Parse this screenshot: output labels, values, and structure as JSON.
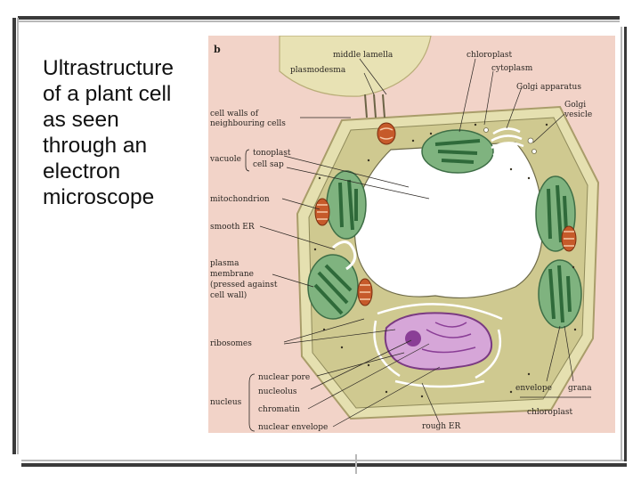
{
  "slide": {
    "caption_lines": [
      "Ultrastructure",
      "of a plant cell",
      "as seen",
      "through an",
      "electron",
      "microscope"
    ]
  },
  "figure": {
    "panel_letter": "b",
    "labels": {
      "middle_lamella": "middle lamella",
      "chloroplast_top": "chloroplast",
      "plasmodesma": "plasmodesma",
      "cytoplasm": "cytoplasm",
      "golgi_apparatus": "Golgi apparatus",
      "golgi": "Golgi",
      "vesicle": "vesicle",
      "cell_walls_1": "cell walls of",
      "cell_walls_2": "neighbouring cells",
      "tonoplast": "tonoplast",
      "vacuole": "vacuole",
      "cell_sap": "cell sap",
      "mitochondrion": "mitochondrion",
      "smooth_er": "smooth ER",
      "plasma_1": "plasma",
      "plasma_2": "membrane",
      "plasma_3": "(pressed against",
      "plasma_4": "cell wall)",
      "ribosomes": "ribosomes",
      "nuclear_pore": "nuclear pore",
      "nucleolus": "nucleolus",
      "nucleus": "nucleus",
      "chromatin": "chromatin",
      "nuclear_envelope": "nuclear envelope",
      "rough_er": "rough ER",
      "envelope": "envelope",
      "grana": "grana",
      "chloroplast_bottom": "chloroplast"
    }
  },
  "colors": {
    "figure_background": "#f2d3c8",
    "cell_wall": "#e5e0b0",
    "cytoplasm": "#cfc990",
    "vacuole": "#ffffff",
    "chloroplast": "#7fb37f",
    "chloroplast_grana": "#2f6a3a",
    "nucleus": "#d6a6d8",
    "nucleolus": "#8a3e96",
    "mitochondrion": "#c65a2a",
    "slide_bar": "#3a3a3a"
  }
}
